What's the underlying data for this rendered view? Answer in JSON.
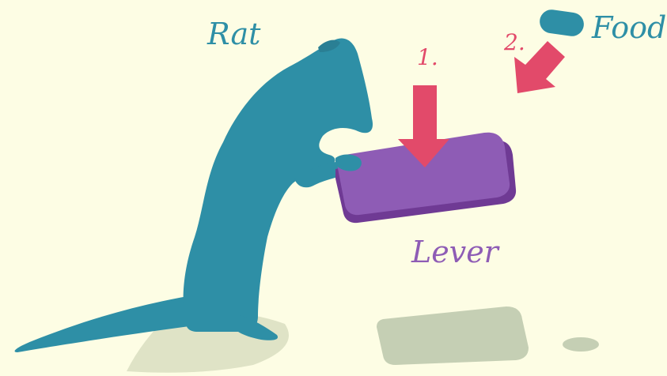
{
  "labels": {
    "rat": "Rat",
    "food": "Food",
    "lever": "Lever",
    "step1": "1.",
    "step2": "2."
  },
  "colors": {
    "background": "#fdfde4",
    "rat": "#2e8fa6",
    "lever": "#8e5cb5",
    "arrow": "#e24a6a",
    "shadow": "#c5cfb4"
  }
}
